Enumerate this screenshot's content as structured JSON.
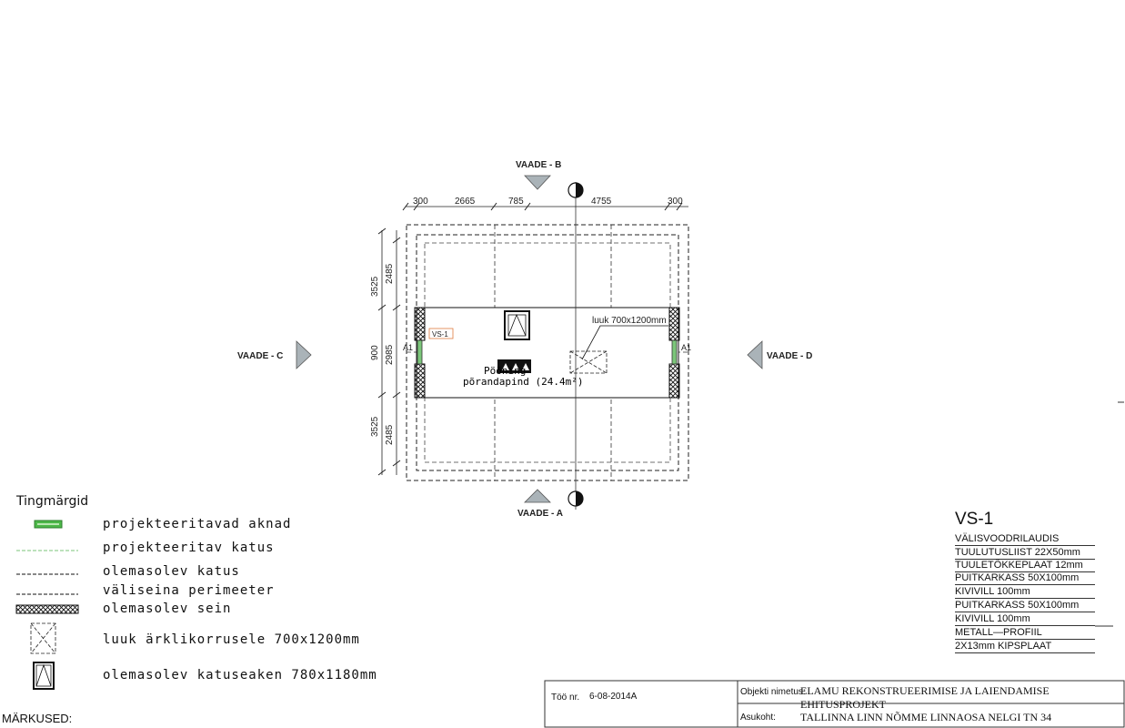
{
  "plan": {
    "views": {
      "top": "VAADE - B",
      "bottom": "VAADE - A",
      "left": "VAADE - C",
      "right": "VAADE - D"
    },
    "dims_top": [
      "300",
      "2665",
      "785",
      "4755",
      "300"
    ],
    "dims_left_outer": [
      "3525",
      "900",
      "3525"
    ],
    "dims_left_inner": [
      "2485",
      "2985",
      "2485"
    ],
    "room_name": "Pööning",
    "room_area": "põrandapind  (24.4m²)",
    "hatch_label": "luuk  700x1200mm",
    "wall_tag": "VS-1",
    "window_mark_left": "A1",
    "window_mark_right": "A1"
  },
  "legend": {
    "title": "Tingmärgid",
    "items": [
      {
        "label": "projekteeritavad aknad",
        "symbol": "green-window"
      },
      {
        "label": "projekteeritav katus",
        "symbol": "green-dashed"
      },
      {
        "label": "olemasolev katus",
        "symbol": "black-dashed"
      },
      {
        "label": "väliseina perimeeter",
        "symbol": "black-dashed"
      },
      {
        "label": "olemasolev sein",
        "symbol": "hatch"
      },
      {
        "label": "luuk ärklikorrusele 700x1200mm",
        "symbol": "hatch-cross"
      },
      {
        "label": "olemasolev katuseaken 780x1180mm",
        "symbol": "roof-window"
      }
    ],
    "colors": {
      "green": "#4cb848",
      "green_light": "#7bc67a",
      "accent": "#e07a40"
    }
  },
  "notes_label": "MÄRKUSED:",
  "wall_type": {
    "title": "VS-1",
    "layers": [
      "VÄLISVOODRILAUDIS",
      "TUULUTUSLIIST  22X50mm",
      "TUULETÕKKEPLAAT  12mm",
      "PUITKARKASS  50X100mm",
      "KIVIVILL  100mm",
      "PUITKARKASS  50X100mm",
      "KIVIVILL  100mm",
      "METALL—PROFIIL",
      "2X13mm  KIPSPLAAT"
    ]
  },
  "title_block": {
    "work_no_label": "Töö nr.",
    "work_no": "6-08-2014A",
    "object_label": "Objekti nimetus:",
    "object_name": "ELAMU REKONSTRUEERIMISE JA LAIENDAMISE EHITUSPROJEKT",
    "location_label": "Asukoht:",
    "location": "TALLINNA LINN  NÕMME LINNAOSA NELGI TN 34"
  }
}
